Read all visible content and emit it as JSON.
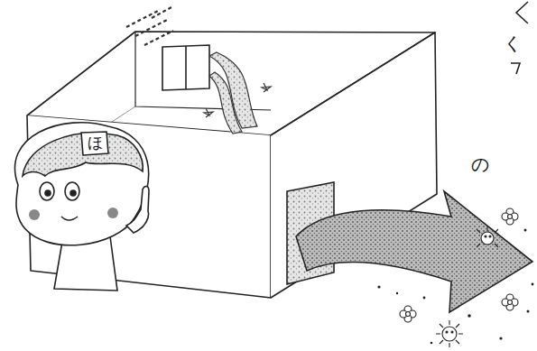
{
  "diagram": {
    "labels": [
      "ほ",
      "く",
      "の"
    ]
  }
}
